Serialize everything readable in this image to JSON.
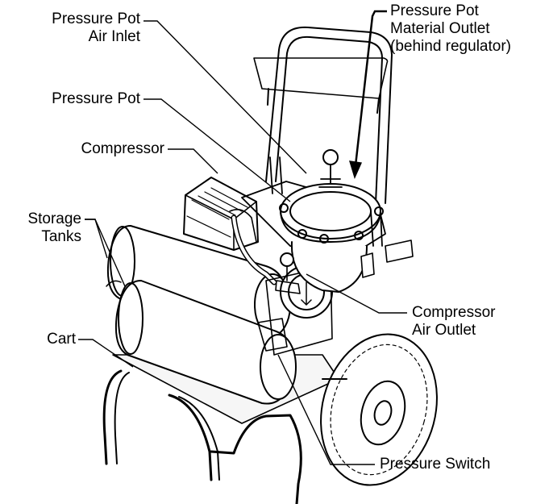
{
  "labels": {
    "pot_air_inlet": [
      "Pressure Pot",
      "Air Inlet"
    ],
    "pot_material_outlet": [
      "Pressure Pot",
      "Material Outlet",
      "(behind regulator)"
    ],
    "pressure_pot": [
      "Pressure Pot"
    ],
    "compressor": [
      "Compressor"
    ],
    "storage_tanks": [
      "Storage",
      "Tanks"
    ],
    "cart": [
      "Cart"
    ],
    "compressor_air_outlet": [
      "Compressor",
      "Air Outlet"
    ],
    "pressure_switch": [
      "Pressure Switch"
    ]
  },
  "colors": {
    "line": "#000000",
    "background": "#ffffff",
    "shade": "#e6e6e6"
  }
}
